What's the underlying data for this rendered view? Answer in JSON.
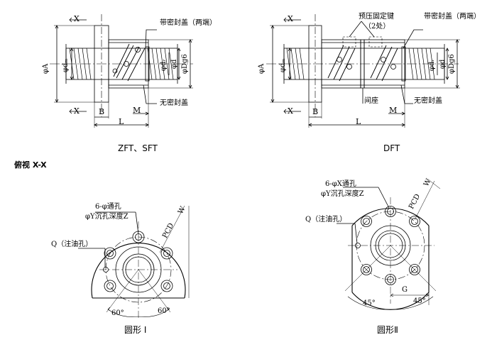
{
  "left_view": {
    "caption": "ZFT、SFT",
    "seal_both": "带密封盖（两端）",
    "no_seal": "无密封盖",
    "dim_A": "φA",
    "dim_dm": "φdₘ",
    "dim_dr": "φdᵣ",
    "dim_d": "φd",
    "dim_Dg6": "φDg6",
    "dim_B": "B",
    "dim_M": "M",
    "dim_L": "L",
    "section_x": "X"
  },
  "right_view": {
    "caption": "DFT",
    "preload_key": "预压固定键",
    "preload_key_count": "（2处）",
    "seal_both": "带密封盖（两端）",
    "no_seal": "无密封盖",
    "spacer": "间座",
    "dim_A": "φA",
    "dim_dm": "φdₘ",
    "dim_dr": "φdᵣ",
    "dim_d": "φd",
    "dim_Dg6": "φDg6",
    "dim_B": "B",
    "dim_M": "M",
    "dim_L": "L",
    "section_x": "X"
  },
  "top_view_label": "俯视 X-X",
  "flange_1": {
    "caption": "圆形 I",
    "holes": "6-φ通孔",
    "counterbore": "φY沉孔深度Z",
    "oil_hole": "Q（注油孔）",
    "pcd": "PCD",
    "w": "W",
    "angle_left": "60°",
    "angle_right": "60°"
  },
  "flange_2": {
    "caption": "圆形Ⅱ",
    "holes": "6-φX通孔",
    "counterbore": "φY沉孔深度Z",
    "oil_hole": "Q（注油孔）",
    "pcd": "PCD",
    "w": "W",
    "g": "G",
    "angle_left": "45°",
    "angle_right": "45°"
  },
  "colors": {
    "line": "#000000",
    "background": "#ffffff"
  }
}
